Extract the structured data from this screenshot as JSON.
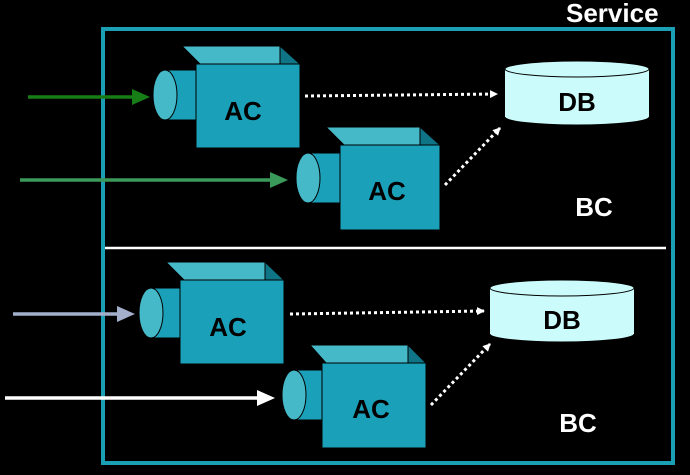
{
  "service": {
    "title": "Service"
  },
  "sections": [
    {
      "db": "DB",
      "bc": "BC",
      "components": [
        "AC",
        "AC"
      ]
    },
    {
      "db": "DB",
      "bc": "BC",
      "components": [
        "AC",
        "AC"
      ]
    }
  ],
  "colors": {
    "service_border": "#1a9fb5",
    "cube_front": "#1aa0b8",
    "cube_top": "#46b9c9",
    "cube_side": "#0f7486",
    "db_fill": "#ccfbfb",
    "arrow_green_dark": "#177e17",
    "arrow_green_light": "#3a9a5a",
    "arrow_grey_blue": "#a3afcb",
    "arrow_white": "#ffffff"
  }
}
